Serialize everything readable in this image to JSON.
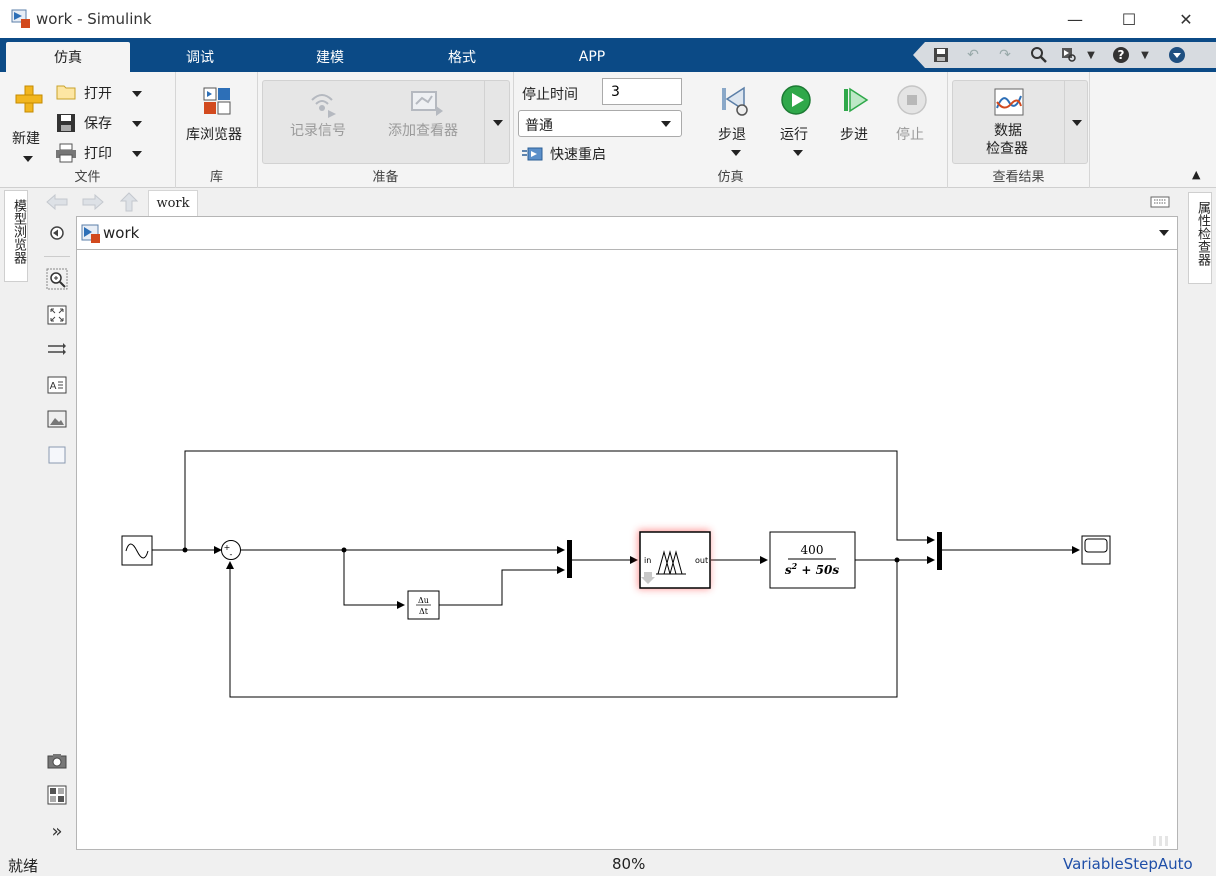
{
  "window": {
    "title": "work - Simulink",
    "minimize": "—",
    "maximize": "☐",
    "close": "✕"
  },
  "tabs": [
    {
      "label": "仿真",
      "active": true
    },
    {
      "label": "调试",
      "active": false
    },
    {
      "label": "建模",
      "active": false
    },
    {
      "label": "格式",
      "active": false
    },
    {
      "label": "APP",
      "active": false
    }
  ],
  "ribbon": {
    "file": {
      "label": "文件",
      "new": "新建",
      "open": "打开",
      "save": "保存",
      "print": "打印"
    },
    "library": {
      "label": "库",
      "browser": "库浏览器"
    },
    "prepare": {
      "label": "准备",
      "log_signals": "记录信号",
      "add_viewer": "添加查看器"
    },
    "simulate": {
      "label": "仿真",
      "stop_time_label": "停止时间",
      "stop_time_value": "3",
      "mode": "普通",
      "fast_restart": "快速重启",
      "step_back": "步退",
      "run": "运行",
      "step_forward": "步进",
      "stop": "停止"
    },
    "review": {
      "label": "查看结果",
      "data_inspector_line1": "数据",
      "data_inspector_line2": "检查器"
    }
  },
  "side": {
    "model_browser": "模型浏览器",
    "property_inspector": "属性检查器"
  },
  "breadcrumb": {
    "tab": "work",
    "model": "work"
  },
  "diagram": {
    "fuzzy_in": "in",
    "fuzzy_out": "out",
    "tf_num": "400",
    "tf_den_a": "s",
    "tf_den_exp": "2",
    "tf_den_b": " + 50s",
    "deriv_top": "Δu",
    "deriv_bottom": "Δt",
    "sum_plus": "+",
    "sum_minus": "-"
  },
  "status": {
    "left": "就绪",
    "zoom": "80%",
    "solver": "VariableStepAuto"
  }
}
